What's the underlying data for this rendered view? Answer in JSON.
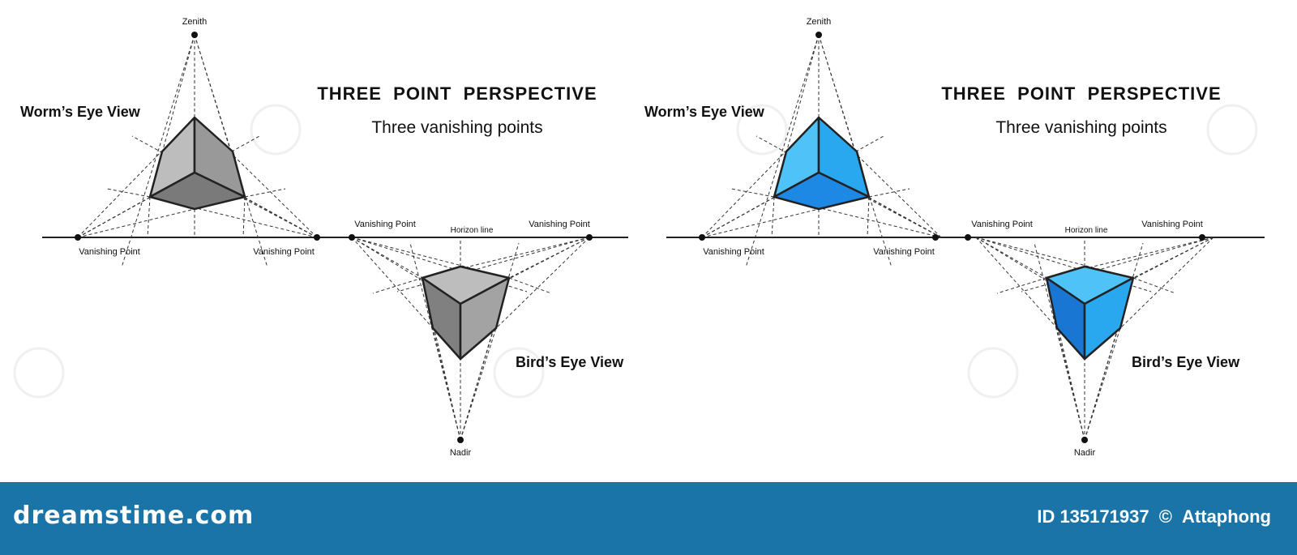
{
  "panels": [
    {
      "theme": "gray",
      "colors": {
        "top": "#c2c2c2",
        "left": "#bdbdbd",
        "right": "#999999",
        "bottom": "#7a7a7a",
        "bird_top": "#bdbdbd",
        "bird_left": "#808080",
        "bird_right": "#a3a3a3"
      },
      "zenith_label": "Zenith",
      "nadir_label": "Nadir",
      "worm_label": "Worm’s Eye View",
      "bird_label": "Bird’s Eye View",
      "vp_left_label": "Vanishing Point",
      "vp_right_label": "Vanishing Point",
      "vp_bird_left_label": "Vanishing Point",
      "vp_bird_right_label": "Vanishing Point",
      "horizon_label": "Horizon line",
      "title": "THREE  POINT  PERSPECTIVE",
      "subtitle": "Three vanishing points"
    },
    {
      "theme": "blue",
      "colors": {
        "top": "#4fc3f7",
        "left": "#4fc3f7",
        "right": "#29a8f0",
        "bottom": "#1e88e5",
        "bird_top": "#4fc3f7",
        "bird_left": "#1976d2",
        "bird_right": "#29a8f0"
      },
      "zenith_label": "Zenith",
      "nadir_label": "Nadir",
      "worm_label": "Worm’s Eye View",
      "bird_label": "Bird’s Eye View",
      "vp_left_label": "Vanishing Point",
      "vp_right_label": "Vanishing Point",
      "vp_bird_left_label": "Vanishing Point",
      "vp_bird_right_label": "Vanishing Point",
      "horizon_label": "Horizon line",
      "title": "THREE  POINT  PERSPECTIVE",
      "subtitle": "Three vanishing points"
    }
  ],
  "footer": {
    "logo": "dreamstime.com",
    "id_text": "ID 135171937",
    "copyright": "©",
    "author": "Attaphong"
  }
}
